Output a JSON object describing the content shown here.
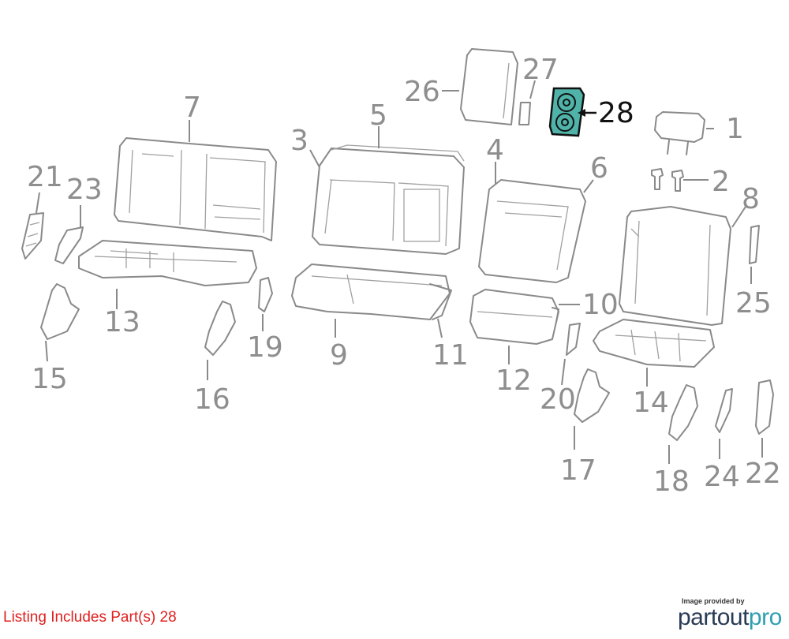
{
  "diagram": {
    "highlight_color": "#4fb3a9",
    "callouts": [
      {
        "id": "1",
        "label": "1"
      },
      {
        "id": "2",
        "label": "2"
      },
      {
        "id": "3",
        "label": "3"
      },
      {
        "id": "4",
        "label": "4"
      },
      {
        "id": "5",
        "label": "5"
      },
      {
        "id": "6",
        "label": "6"
      },
      {
        "id": "7",
        "label": "7"
      },
      {
        "id": "8",
        "label": "8"
      },
      {
        "id": "9",
        "label": "9"
      },
      {
        "id": "10",
        "label": "10"
      },
      {
        "id": "11",
        "label": "11"
      },
      {
        "id": "12",
        "label": "12"
      },
      {
        "id": "13",
        "label": "13"
      },
      {
        "id": "14",
        "label": "14"
      },
      {
        "id": "15",
        "label": "15"
      },
      {
        "id": "16",
        "label": "16"
      },
      {
        "id": "17",
        "label": "17"
      },
      {
        "id": "18",
        "label": "18"
      },
      {
        "id": "19",
        "label": "19"
      },
      {
        "id": "20",
        "label": "20"
      },
      {
        "id": "21",
        "label": "21"
      },
      {
        "id": "22",
        "label": "22"
      },
      {
        "id": "23",
        "label": "23"
      },
      {
        "id": "24",
        "label": "24"
      },
      {
        "id": "25",
        "label": "25"
      },
      {
        "id": "26",
        "label": "26"
      },
      {
        "id": "27",
        "label": "27"
      },
      {
        "id": "28",
        "label": "28",
        "highlighted": true
      }
    ]
  },
  "listing": {
    "text": "Listing Includes Part(s) 28",
    "color": "#e0201f"
  },
  "credit": {
    "provided_by": "Image provided by",
    "brand_part1": "partout",
    "brand_part2": "pro"
  }
}
